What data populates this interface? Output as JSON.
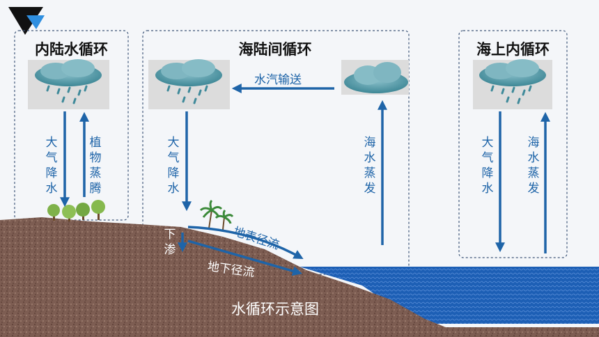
{
  "boxes": {
    "inland": {
      "title": "内陆水循环",
      "down_label": "大气降水",
      "up_label": "植物蒸腾"
    },
    "sea_land": {
      "title": "海陆间循环",
      "transport_label": "水汽输送",
      "precip_label": "大气降水",
      "evap_label": "海水蒸发",
      "surface_runoff_label": "地表径流",
      "infiltration_label": "下渗",
      "groundwater_label": "地下径流"
    },
    "ocean": {
      "title": "海上内循环",
      "down_label": "大气降水",
      "up_label": "海水蒸发"
    }
  },
  "caption": "水循环示意图",
  "colors": {
    "arrow": "#1e64a8",
    "ocean": "#1d5fb5",
    "soil": "#7a5a4e",
    "box_border": "#3d5578"
  }
}
